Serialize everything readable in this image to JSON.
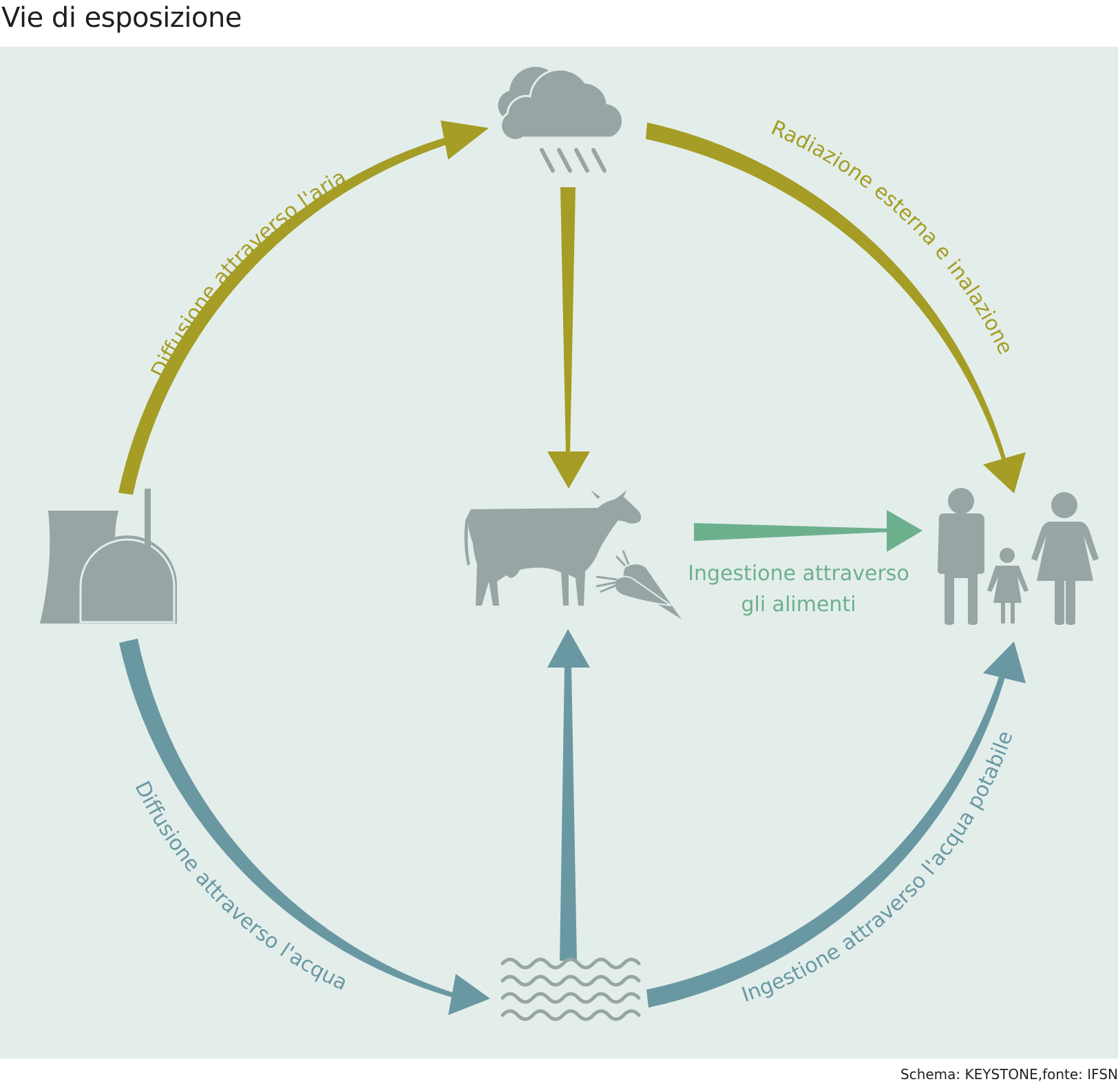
{
  "title": "Vie di esposizione",
  "credit": "Schema: KEYSTONE,fonte: IFSN",
  "colors": {
    "background": "#e3eeeb",
    "air_path": "#a59d25",
    "water_path": "#6a98a2",
    "food_path": "#6db08e",
    "icons": "#97a5a4"
  },
  "labels": {
    "air_diffusion": "Diffusione attraverso l'aria",
    "external_radiation": "Radiazione esterna e inalazione",
    "water_diffusion": "Diffusione attraverso l'acqua",
    "drinking_water": "Ingestione attraverso l'acqua potabile",
    "food_line1": "Ingestione attraverso",
    "food_line2": "gli alimenti"
  },
  "icons": [
    "power-plant-icon",
    "rain-cloud-icon",
    "cow-icon",
    "vegetables-icon",
    "family-icon",
    "water-waves-icon"
  ]
}
